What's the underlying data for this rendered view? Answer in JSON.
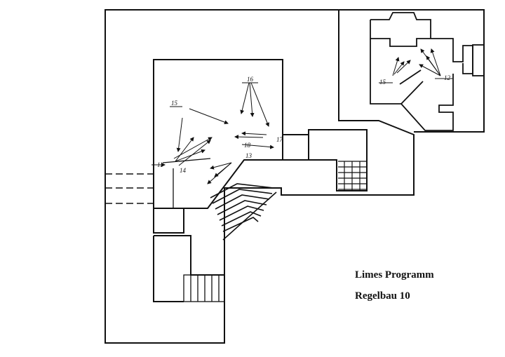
{
  "caption": {
    "line1": "Limes Programm",
    "line2": "Regelbau 10"
  },
  "markers": [
    "11",
    "12",
    "13",
    "14",
    "15",
    "16",
    "17",
    "18"
  ],
  "colors": {
    "ink": "#111111",
    "paper": "#ffffff"
  }
}
